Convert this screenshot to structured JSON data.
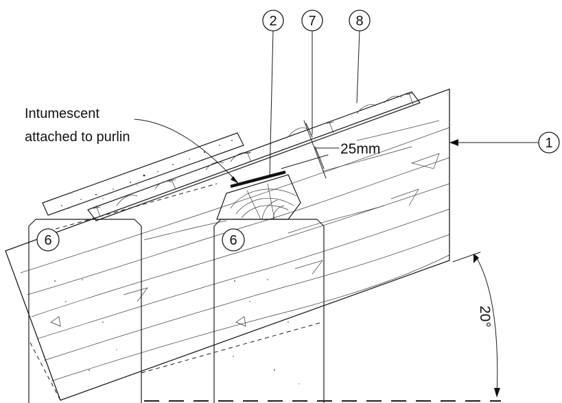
{
  "callouts": {
    "c1": "1",
    "c2": "2",
    "c6a": "6",
    "c6b": "6",
    "c7": "7",
    "c8": "8"
  },
  "annotation": {
    "line1": "Intumescent",
    "line2": "attached to purlin"
  },
  "dimensions": {
    "gap": "25mm",
    "angle": "20°"
  }
}
